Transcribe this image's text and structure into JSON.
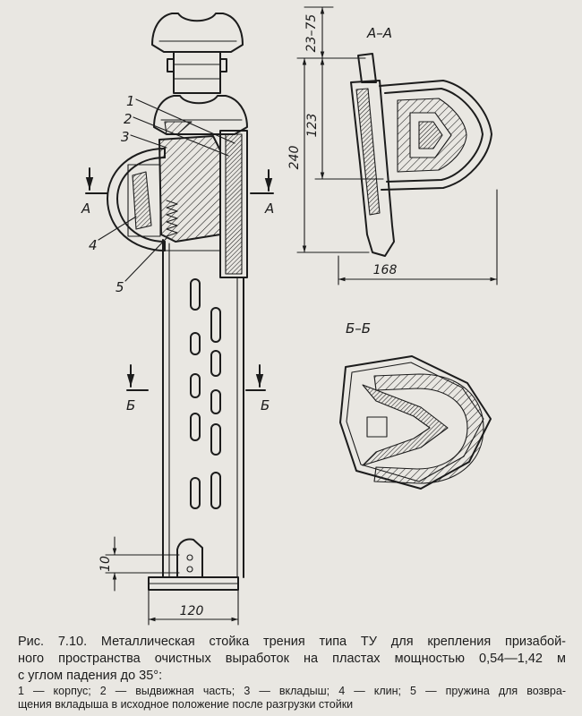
{
  "figure": {
    "labels": {
      "part_1": "1",
      "part_2": "2",
      "part_3": "3",
      "part_4": "4",
      "part_5": "5",
      "section_a_left": "А",
      "section_a_right": "А",
      "section_b_left": "Б",
      "section_b_right": "Б",
      "section_a_title": "А–А",
      "section_b_title": "Б–Б"
    },
    "dimensions": {
      "top_offset": "23–75",
      "overall_height": "240",
      "lock_height": "123",
      "lock_width": "168",
      "base_height": "10",
      "base_width": "120"
    }
  },
  "caption": {
    "lines": [
      "Рис. 7.10. Металлическая стойка трения типа ТУ для крепления призабой-",
      "ного пространства очистных выработок на пластах мощностью 0,54—1,42 м",
      "с углом падения до 35°:"
    ],
    "legend_lines": [
      "1 — корпус; 2 — выдвижная часть; 3 — вкладыш; 4 — клин; 5 — пружина для возвра-",
      "щения вкладыша в исходное положение после разгрузки стойки"
    ]
  },
  "colors": {
    "paper": "#e9e7e2",
    "ink": "#1c1c1c"
  }
}
